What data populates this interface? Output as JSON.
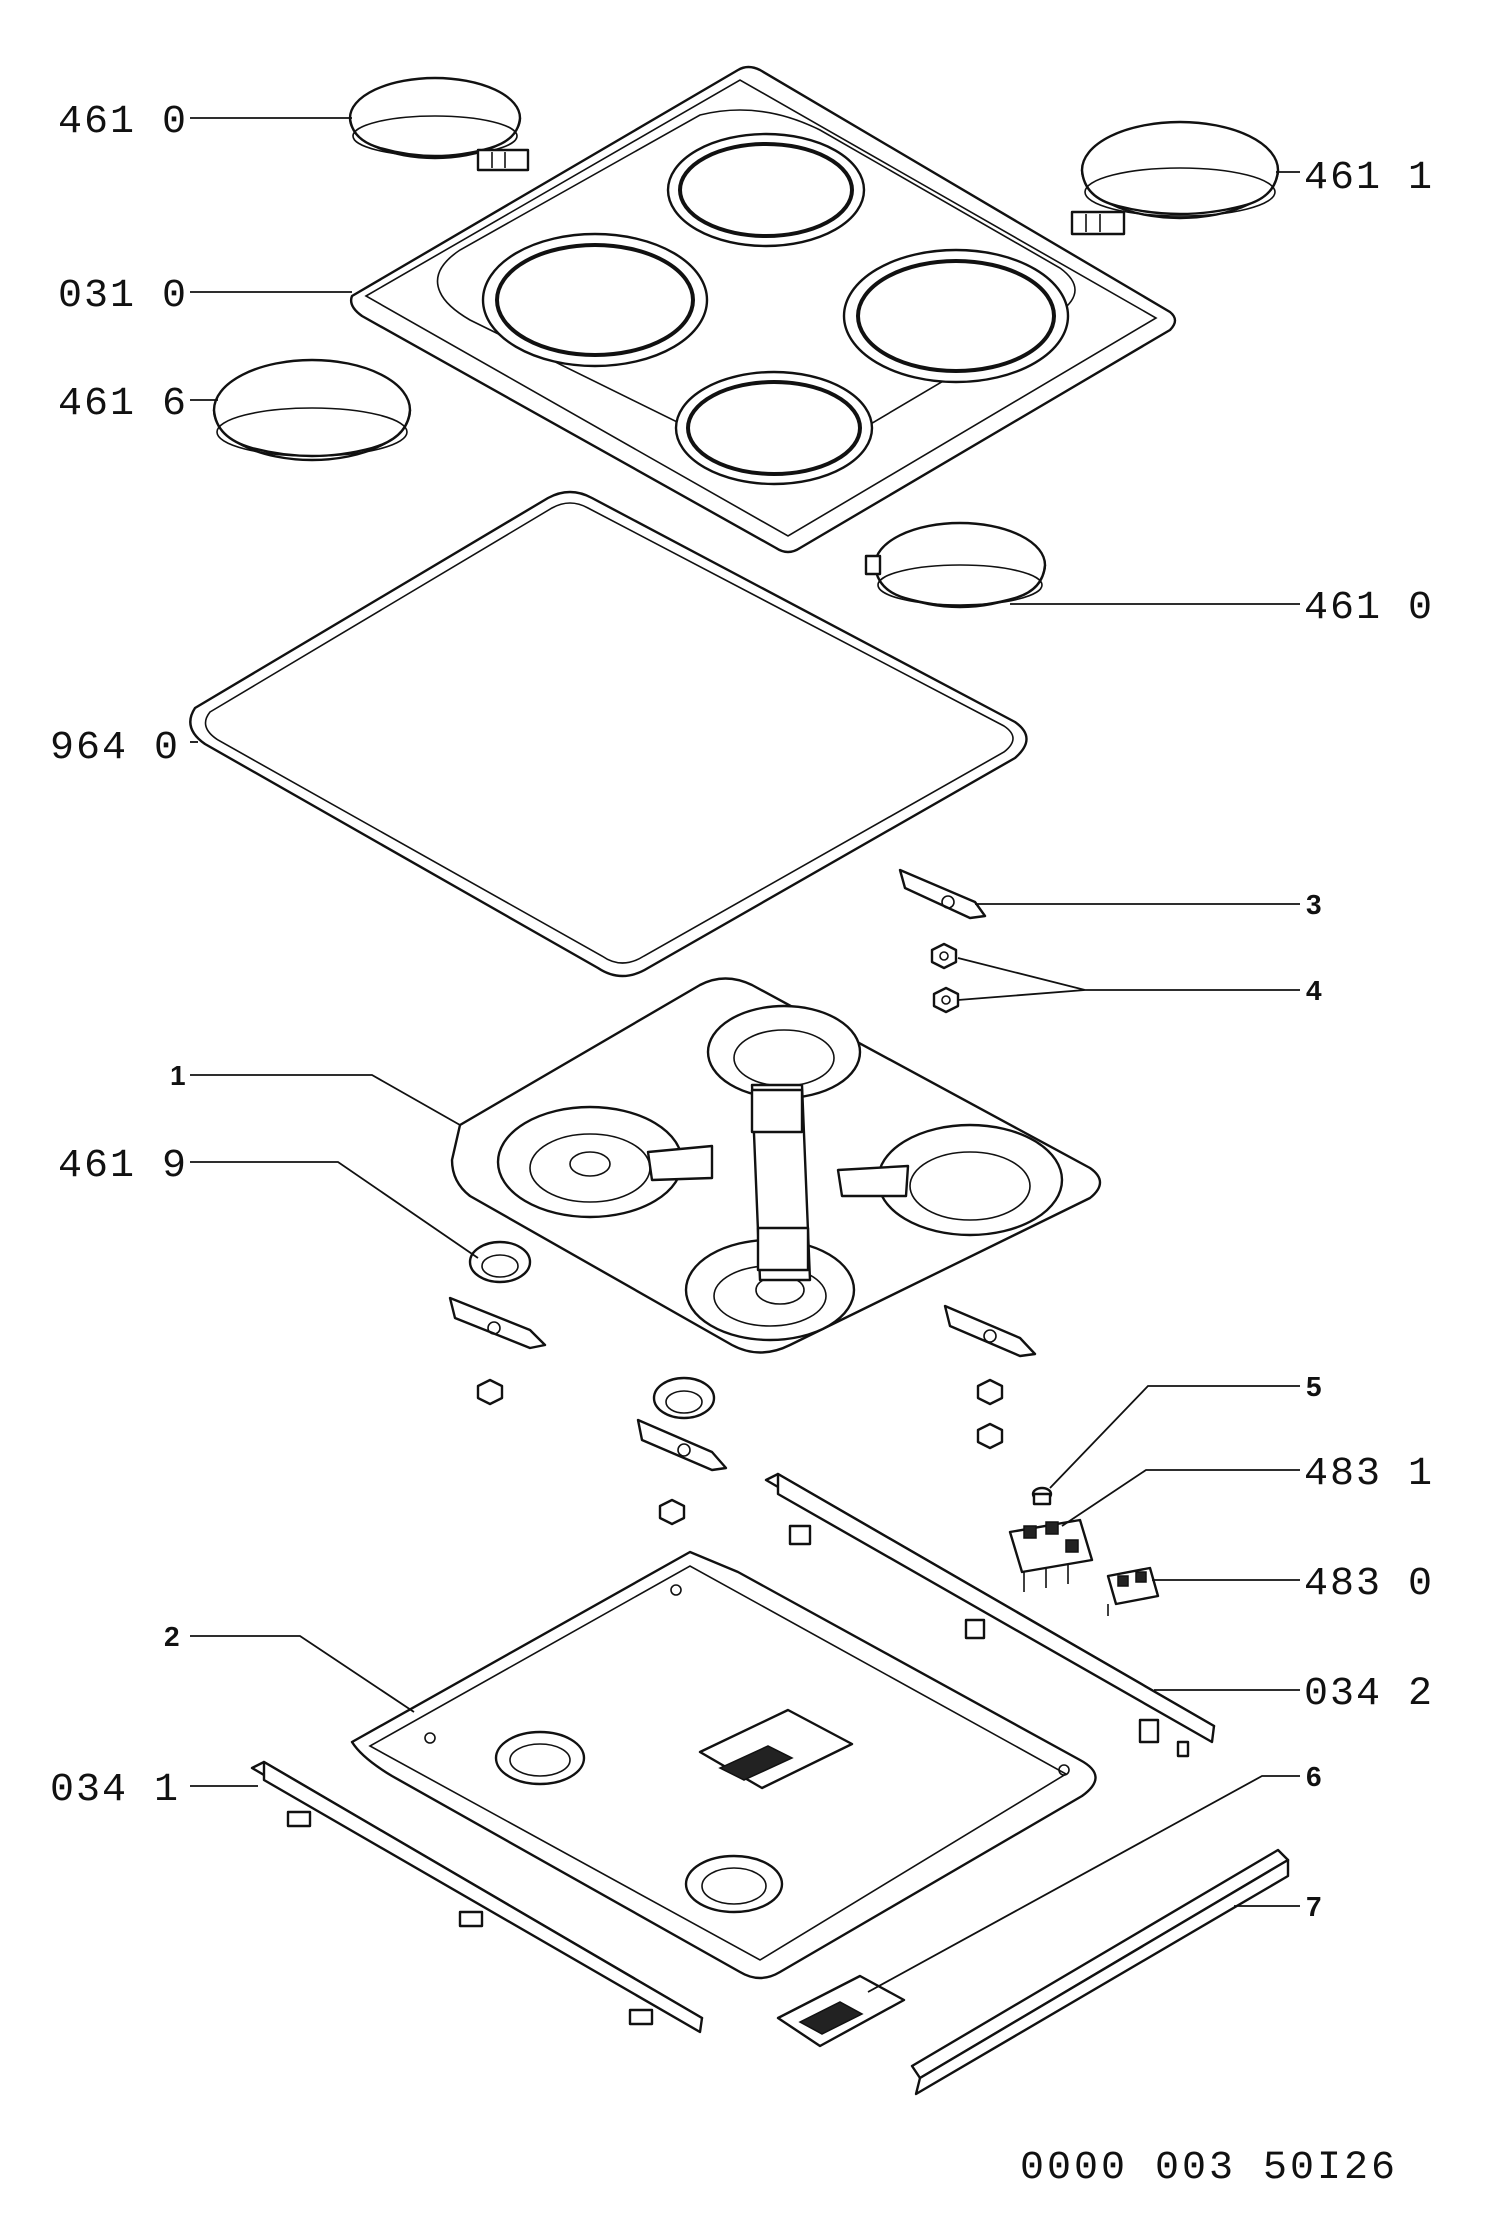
{
  "labels": {
    "hotplate_top_left": "461 0",
    "hotplate_top_right": "461 1",
    "cooktop_frame": "031 0",
    "hotplate_left": "461 6",
    "hotplate_right": "461 0",
    "gasket": "964 0",
    "part_3": "3",
    "part_4": "4",
    "part_1": "1",
    "clip": "461 9",
    "part_5": "5",
    "terminal_block_1": "483 1",
    "terminal_block_0": "483 0",
    "rail_right": "034 2",
    "part_2": "2",
    "rail_left": "034 1",
    "part_6": "6",
    "part_7": "7"
  },
  "drawing_code": "0000 003 50I26"
}
